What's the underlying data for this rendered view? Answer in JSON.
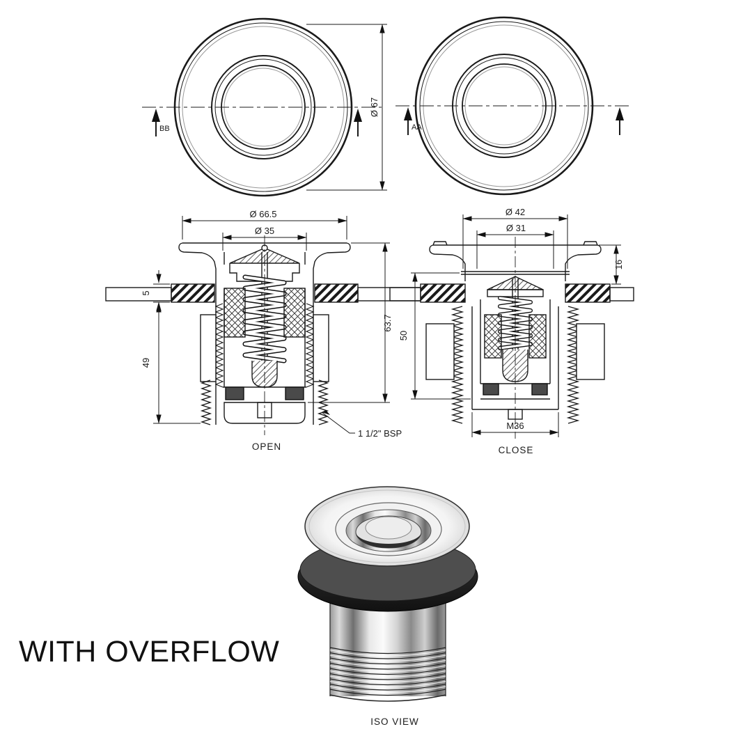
{
  "drawing": {
    "variant_title": "WITH OVERFLOW",
    "labels": {
      "section_bb": "BB",
      "section_aa": "AA",
      "open_view": "OPEN",
      "close_view": "CLOSE",
      "iso_view": "ISO VIEW"
    },
    "dimensions": {
      "top_outer_dia": "Ø 67",
      "open_flange_dia": "Ø 66.5",
      "open_inner_dia": "Ø 35",
      "open_deck_thickness": "5",
      "open_thread_length": "49",
      "open_overall_height": "63.7",
      "open_thread_spec": "1 1/2\" BSP",
      "close_cap_dia": "Ø 42",
      "close_inner_dia": "Ø 31",
      "close_cap_height": "16",
      "close_body_length": "50",
      "close_thread_spec": "M36"
    },
    "colors": {
      "line": "#1a1a1a",
      "background": "#ffffff",
      "washer_dark": "#2b2b2b",
      "chrome_light": "#f4f4f4",
      "chrome_dark": "#7a7a7a"
    }
  }
}
